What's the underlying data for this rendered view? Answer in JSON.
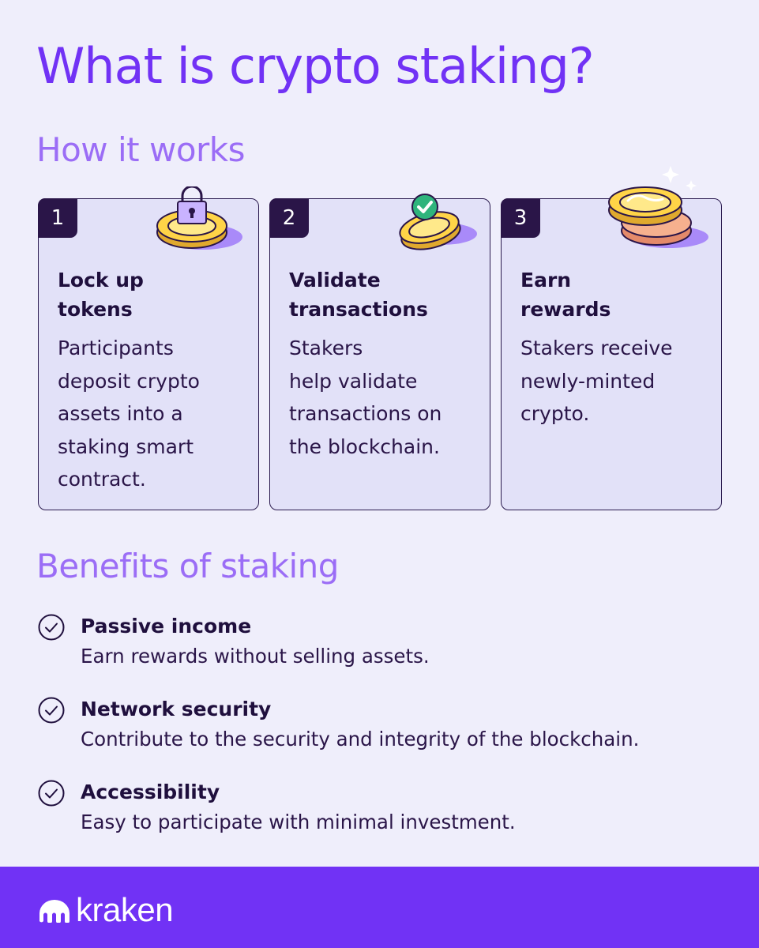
{
  "title": "What is crypto staking?",
  "how_it_works": {
    "heading": "How it works",
    "steps": [
      {
        "number": "1",
        "title_line1": "Lock up",
        "title_line2": "tokens",
        "icon": "lock-coin-icon",
        "body": [
          "Participants",
          "deposit crypto",
          "assets into a",
          "staking smart",
          "contract."
        ]
      },
      {
        "number": "2",
        "title_line1": "Validate",
        "title_line2": "transactions",
        "icon": "checkmark-coin-icon",
        "body": [
          "Stakers",
          "help validate",
          "transactions on",
          "the blockchain."
        ]
      },
      {
        "number": "3",
        "title_line1": "Earn",
        "title_line2": "rewards",
        "icon": "stacked-coins-icon",
        "body": [
          "Stakers receive",
          "newly-minted",
          "crypto."
        ]
      }
    ]
  },
  "benefits": {
    "heading": "Benefits of staking",
    "items": [
      {
        "title": "Passive income",
        "desc": "Earn rewards without selling assets.",
        "icon": "check-circle-icon"
      },
      {
        "title": "Network security",
        "desc": "Contribute to the security and integrity of the blockchain.",
        "icon": "check-circle-icon"
      },
      {
        "title": "Accessibility",
        "desc": "Easy to participate with minimal investment.",
        "icon": "check-circle-icon"
      }
    ]
  },
  "footer": {
    "brand": "kraken"
  },
  "colors": {
    "accent": "#7132f5",
    "subheading": "#9b6df6",
    "background": "#efeefb",
    "card_background": "#e2e1f8",
    "text_dark": "#1f0f3d",
    "coin_gold": "#ffd447",
    "checkmark_green": "#2fb47c"
  }
}
